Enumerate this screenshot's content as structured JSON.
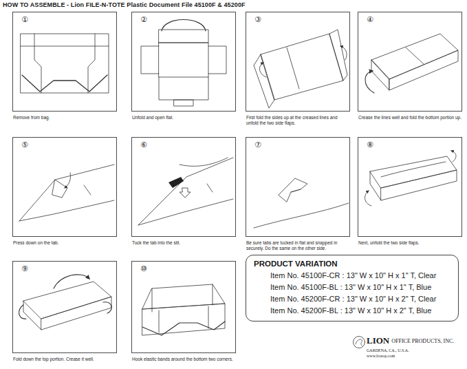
{
  "diagram": {
    "title": "HOW TO ASSEMBLE - Lion FILE-N-TOTE Plastic Document File 45100F & 45200F",
    "nodes": [
      {
        "text": [
          "①",
          "Remove from bag."
        ]
      },
      {
        "text": [
          "②",
          "Unfold and open flat."
        ]
      },
      {
        "text": [
          "③",
          "First fold the sides up at the creased lines and unfold the two side flaps."
        ]
      },
      {
        "text": [
          "④",
          "Crease the lines well and fold the bottom portion up."
        ]
      },
      {
        "text": [
          "⑤",
          "Press down on the tab."
        ]
      },
      {
        "text": [
          "⑥",
          "Tuck the tab into the slit."
        ]
      },
      {
        "text": [
          "⑦",
          "Be sure tabs are tucked in flat and snapped in securely. Do the same on the other side."
        ]
      },
      {
        "text": [
          "⑧",
          "Next, unfold the two side flaps."
        ]
      },
      {
        "text": [
          "⑨",
          "Fold down the top portion. Crease it well."
        ]
      },
      {
        "text": [
          "⑩",
          "Hook elastic bands around the bottom two corners."
        ]
      },
      {
        "text": [
          "PRODUCT VARIATION",
          "Item No. 45100F-CR : 13\" W x 10\" H x 1\" T, Clear",
          "Item No. 45100F-BL : 13\" W x 10\" H x 1\" T, Blue",
          "Item No. 45200F-CR : 13\" W x 10\" H x 2\" T, Clear",
          "Item No. 45200F-BL : 13\" W x 10\" H x 2\" T, Blue"
        ]
      }
    ],
    "labels": [
      "LION",
      "OFFICE PRODUCTS, INC.",
      "GARDENA, CA., U.S.A.",
      "www.lionop.com"
    ]
  }
}
